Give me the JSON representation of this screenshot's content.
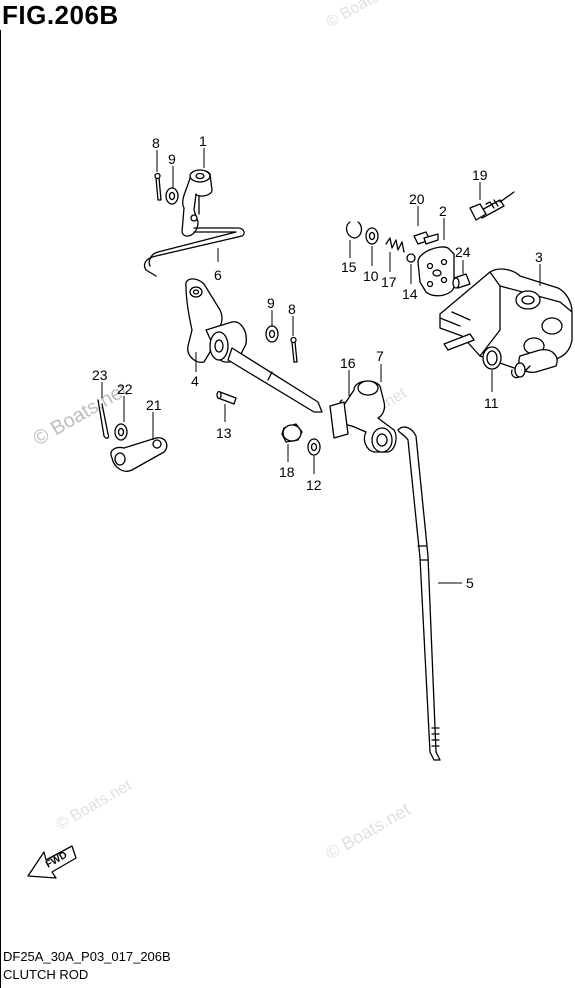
{
  "figure": {
    "title": "FIG.206B",
    "code": "DF25A_30A_P03_017_206B",
    "caption": "CLUTCH ROD"
  },
  "watermark": "© Boats.net",
  "fwd_label": "FWD",
  "callouts": [
    {
      "id": "c1",
      "text": "1"
    },
    {
      "id": "c2",
      "text": "2"
    },
    {
      "id": "c3",
      "text": "3"
    },
    {
      "id": "c4",
      "text": "4"
    },
    {
      "id": "c5",
      "text": "5"
    },
    {
      "id": "c6",
      "text": "6"
    },
    {
      "id": "c7",
      "text": "7"
    },
    {
      "id": "c8a",
      "text": "8"
    },
    {
      "id": "c8b",
      "text": "8"
    },
    {
      "id": "c9a",
      "text": "9"
    },
    {
      "id": "c9b",
      "text": "9"
    },
    {
      "id": "c10",
      "text": "10"
    },
    {
      "id": "c11",
      "text": "11"
    },
    {
      "id": "c12",
      "text": "12"
    },
    {
      "id": "c13",
      "text": "13"
    },
    {
      "id": "c14",
      "text": "14"
    },
    {
      "id": "c15",
      "text": "15"
    },
    {
      "id": "c16",
      "text": "16"
    },
    {
      "id": "c17",
      "text": "17"
    },
    {
      "id": "c18",
      "text": "18"
    },
    {
      "id": "c19",
      "text": "19"
    },
    {
      "id": "c20",
      "text": "20"
    },
    {
      "id": "c21",
      "text": "21"
    },
    {
      "id": "c22",
      "text": "22"
    },
    {
      "id": "c23",
      "text": "23"
    },
    {
      "id": "c24",
      "text": "24"
    }
  ]
}
